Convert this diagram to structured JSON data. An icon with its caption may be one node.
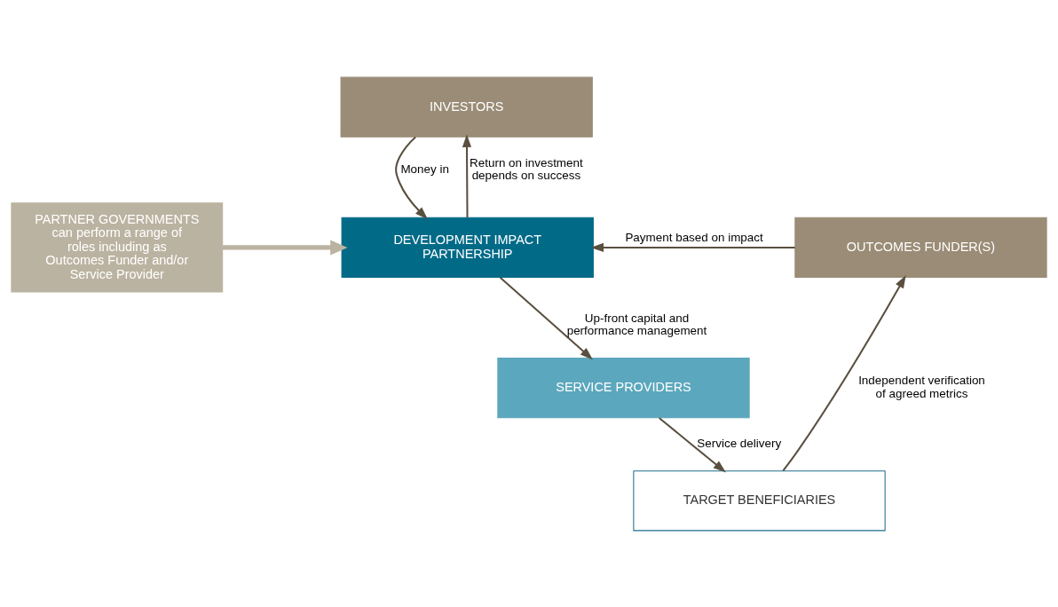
{
  "diagram": {
    "nodes": [
      {
        "text": [
          "INVESTORS"
        ]
      },
      {
        "text": [
          "PARTNER GOVERNMENTS",
          "can perform a range of roles including as Outcomes Funder and/or Service Provider"
        ]
      },
      {
        "text": [
          "DEVELOPMENT IMPACT PARTNERSHIP"
        ]
      },
      {
        "text": [
          "OUTCOMES FUNDER(S)"
        ]
      },
      {
        "text": [
          "SERVICE PROVIDERS"
        ]
      },
      {
        "text": [
          "TARGET BENEFICIARIES"
        ]
      }
    ],
    "edges": [
      {
        "from": 0,
        "to": 2,
        "arrow": "to",
        "label": "Money in"
      },
      {
        "from": 2,
        "to": 0,
        "arrow": "to",
        "label": "Return on investment depends on success"
      },
      {
        "from": 1,
        "to": 2,
        "arrow": "to",
        "style": "thick",
        "color": "#bbb3a1"
      },
      {
        "from": 3,
        "to": 2,
        "arrow": "to",
        "label": "Payment based on impact"
      },
      {
        "from": 2,
        "to": 4,
        "arrow": "to",
        "label": "Up-front capital and performance management"
      },
      {
        "from": 4,
        "to": 5,
        "arrow": "to",
        "label": "Service delivery"
      },
      {
        "from": 5,
        "to": 3,
        "arrow": "to",
        "label": "Independent verification of agreed metrics"
      }
    ]
  }
}
